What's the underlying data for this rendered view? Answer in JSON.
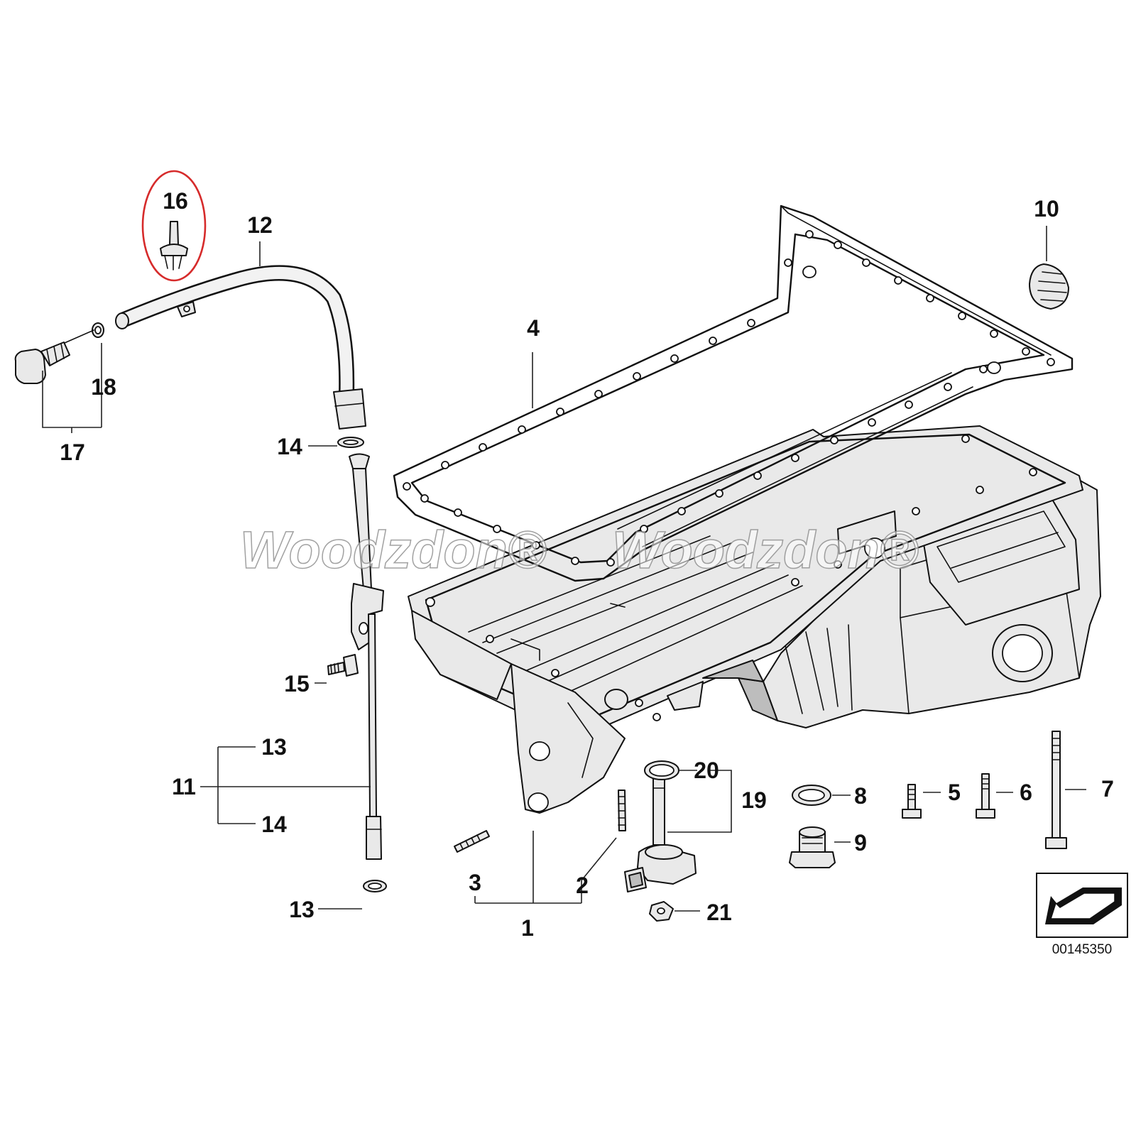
{
  "diagram": {
    "callouts": {
      "c1": "1",
      "c2": "2",
      "c3": "3",
      "c4": "4",
      "c5": "5",
      "c6": "6",
      "c7": "7",
      "c8": "8",
      "c9": "9",
      "c10": "10",
      "c11": "11",
      "c12": "12",
      "c13a": "13",
      "c13b": "13",
      "c14a": "14",
      "c14b": "14",
      "c15": "15",
      "c16": "16",
      "c17": "17",
      "c18": "18",
      "c19": "19",
      "c20": "20",
      "c21": "21"
    },
    "diagram_code": "00145350",
    "watermark": {
      "left": "Woodzdon®",
      "right": "Woodzdon®"
    },
    "highlight_color": "#d62b2b"
  }
}
